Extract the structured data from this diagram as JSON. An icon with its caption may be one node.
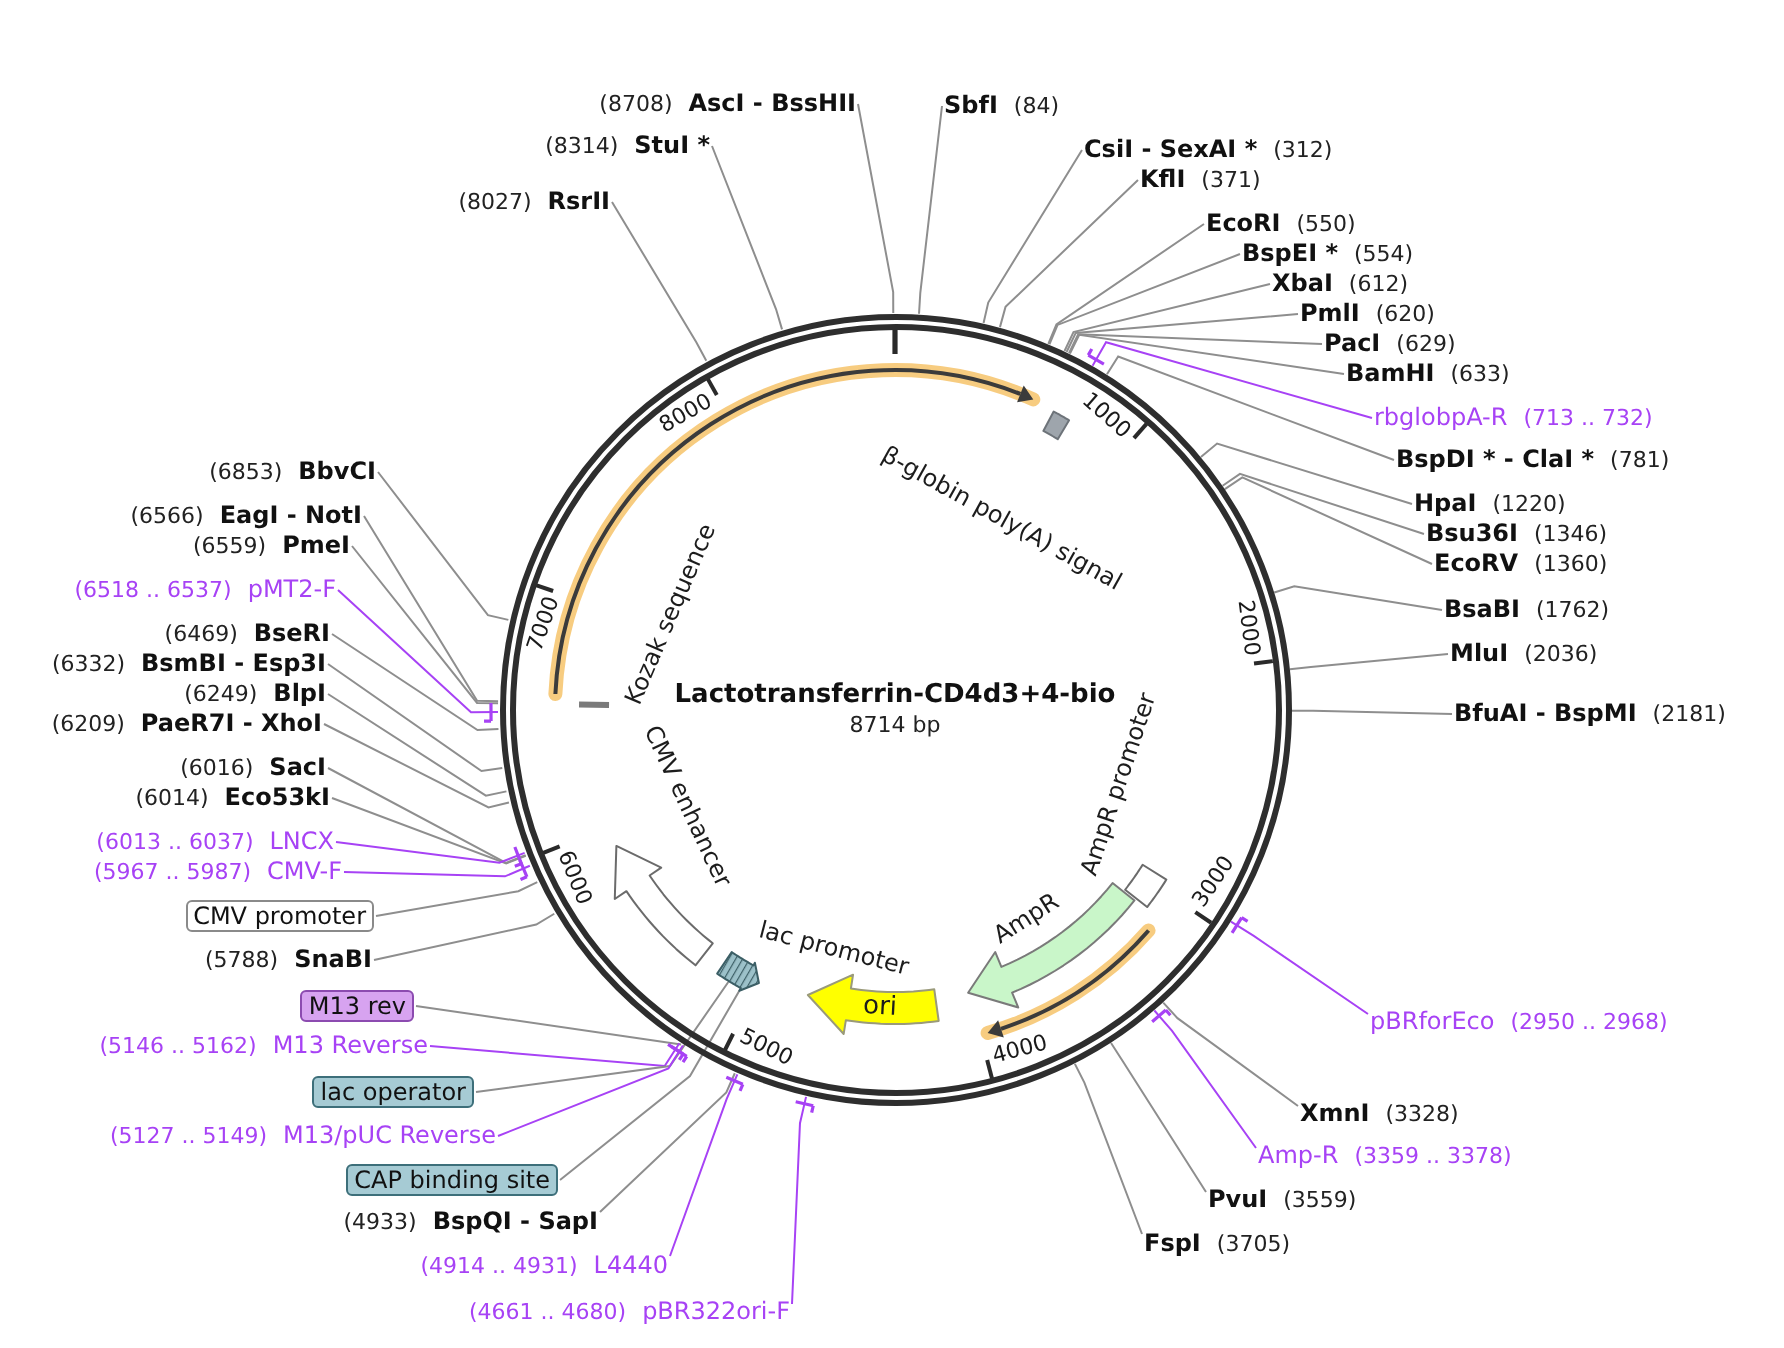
{
  "diagram": {
    "nodes": [
      {
        "text": [
          "Lactotransferrin-CD4d3+4-bio",
          "8714 bp"
        ]
      },
      {
        "text": [
          "β-globin poly(A) signal"
        ],
        "in": 0
      },
      {
        "text": [
          "Kozak sequence"
        ],
        "in": 0
      },
      {
        "text": [
          "AmpR promoter"
        ],
        "in": 0
      },
      {
        "text": [
          "CMV enhancer"
        ],
        "in": 0
      },
      {
        "text": [
          "AmpR"
        ],
        "in": 0
      },
      {
        "text": [
          "lac promoter"
        ],
        "in": 0
      },
      {
        "text": [
          "ori"
        ],
        "in": 0
      },
      {
        "text": [
          "(8708)",
          "AscI - BssHII"
        ]
      },
      {
        "text": [
          "SbfI",
          "(84)"
        ]
      },
      {
        "text": [
          "(8314)",
          "StuI *"
        ]
      },
      {
        "text": [
          "CsiI - SexAI *",
          "(312)"
        ]
      },
      {
        "text": [
          "KflI",
          "(371)"
        ]
      },
      {
        "text": [
          "(8027)",
          "RsrII"
        ]
      },
      {
        "text": [
          "EcoRI",
          "(550)"
        ]
      },
      {
        "text": [
          "BspEI *",
          "(554)"
        ]
      },
      {
        "text": [
          "XbaI",
          "(612)"
        ]
      },
      {
        "text": [
          "PmlI",
          "(620)"
        ]
      },
      {
        "text": [
          "PacI",
          "(629)"
        ]
      },
      {
        "text": [
          "BamHI",
          "(633)"
        ]
      },
      {
        "text": [
          "rbglobpA-R",
          "(713 .. 732)"
        ]
      },
      {
        "text": [
          "BspDI * - ClaI *",
          "(781)"
        ]
      },
      {
        "text": [
          "(6853)",
          "BbvCI"
        ]
      },
      {
        "text": [
          "HpaI",
          "(1220)"
        ]
      },
      {
        "text": [
          "(6566)",
          "EagI - NotI"
        ]
      },
      {
        "text": [
          "Bsu36I",
          "(1346)"
        ]
      },
      {
        "text": [
          "(6559)",
          "PmeI"
        ]
      },
      {
        "text": [
          "EcoRV",
          "(1360)"
        ]
      },
      {
        "text": [
          "(6518 .. 6537)",
          "pMT2-F"
        ]
      },
      {
        "text": [
          "BsaBI",
          "(1762)"
        ]
      },
      {
        "text": [
          "(6469)",
          "BseRI"
        ]
      },
      {
        "text": [
          "MluI",
          "(2036)"
        ]
      },
      {
        "text": [
          "(6332)",
          "BsmBI - Esp3I"
        ]
      },
      {
        "text": [
          "(6249)",
          "BlpI"
        ]
      },
      {
        "text": [
          "BfuAI - BspMI",
          "(2181)"
        ]
      },
      {
        "text": [
          "(6209)",
          "PaeR7I - XhoI"
        ]
      },
      {
        "text": [
          "(6016)",
          "SacI"
        ]
      },
      {
        "text": [
          "(6014)",
          "Eco53kI"
        ]
      },
      {
        "text": [
          "(6013 .. 6037)",
          "LNCX"
        ]
      },
      {
        "text": [
          "(5967 .. 5987)",
          "CMV-F"
        ]
      },
      {
        "text": [
          "CMV promoter"
        ]
      },
      {
        "text": [
          "(5788)",
          "SnaBI"
        ]
      },
      {
        "text": [
          "M13 rev"
        ]
      },
      {
        "text": [
          "pBRforEco",
          "(2950 .. 2968)"
        ]
      },
      {
        "text": [
          "(5146 .. 5162)",
          "M13 Reverse"
        ]
      },
      {
        "text": [
          "lac operator"
        ]
      },
      {
        "text": [
          "XmnI",
          "(3328)"
        ]
      },
      {
        "text": [
          "(5127 .. 5149)",
          "M13/pUC Reverse"
        ]
      },
      {
        "text": [
          "Amp-R",
          "(3359 .. 3378)"
        ]
      },
      {
        "text": [
          "CAP binding site"
        ]
      },
      {
        "text": [
          "PvuI",
          "(3559)"
        ]
      },
      {
        "text": [
          "(4933)",
          "BspQI - SapI"
        ]
      },
      {
        "text": [
          "FspI",
          "(3705)"
        ]
      },
      {
        "text": [
          "(4914 .. 4931)",
          "L4440"
        ]
      },
      {
        "text": [
          "(4661 .. 4680)",
          "pBR322ori-F"
        ]
      }
    ],
    "edges": [
      {
        "from": 8,
        "to": 0,
        "arrow": "none"
      },
      {
        "from": 9,
        "to": 0,
        "arrow": "none"
      },
      {
        "from": 10,
        "to": 0,
        "arrow": "none"
      },
      {
        "from": 11,
        "to": 0,
        "arrow": "none"
      },
      {
        "from": 12,
        "to": 0,
        "arrow": "none"
      },
      {
        "from": 13,
        "to": 0,
        "arrow": "none"
      },
      {
        "from": 14,
        "to": 0,
        "arrow": "none"
      },
      {
        "from": 15,
        "to": 0,
        "arrow": "none"
      },
      {
        "from": 16,
        "to": 0,
        "arrow": "none"
      },
      {
        "from": 17,
        "to": 0,
        "arrow": "none"
      },
      {
        "from": 18,
        "to": 0,
        "arrow": "none"
      },
      {
        "from": 19,
        "to": 0,
        "arrow": "none"
      },
      {
        "from": 20,
        "to": 0,
        "arrow": "other",
        "color": "#a742f5"
      },
      {
        "from": 21,
        "to": 0,
        "arrow": "none"
      },
      {
        "from": 22,
        "to": 0,
        "arrow": "none"
      },
      {
        "from": 23,
        "to": 0,
        "arrow": "none"
      },
      {
        "from": 24,
        "to": 0,
        "arrow": "none"
      },
      {
        "from": 25,
        "to": 0,
        "arrow": "none"
      },
      {
        "from": 26,
        "to": 0,
        "arrow": "none"
      },
      {
        "from": 27,
        "to": 0,
        "arrow": "none"
      },
      {
        "from": 28,
        "to": 0,
        "arrow": "other",
        "color": "#a742f5"
      },
      {
        "from": 29,
        "to": 0,
        "arrow": "none"
      },
      {
        "from": 30,
        "to": 0,
        "arrow": "none"
      },
      {
        "from": 31,
        "to": 0,
        "arrow": "none"
      },
      {
        "from": 32,
        "to": 0,
        "arrow": "none"
      },
      {
        "from": 33,
        "to": 0,
        "arrow": "none"
      },
      {
        "from": 34,
        "to": 0,
        "arrow": "none"
      },
      {
        "from": 35,
        "to": 0,
        "arrow": "none"
      },
      {
        "from": 36,
        "to": 0,
        "arrow": "none"
      },
      {
        "from": 37,
        "to": 0,
        "arrow": "none"
      },
      {
        "from": 38,
        "to": 0,
        "arrow": "other",
        "color": "#a742f5"
      },
      {
        "from": 39,
        "to": 0,
        "arrow": "other",
        "color": "#a742f5"
      },
      {
        "from": 40,
        "to": 0,
        "arrow": "none"
      },
      {
        "from": 41,
        "to": 0,
        "arrow": "none"
      },
      {
        "from": 42,
        "to": 0,
        "arrow": "none"
      },
      {
        "from": 43,
        "to": 0,
        "arrow": "other",
        "color": "#a742f5"
      },
      {
        "from": 44,
        "to": 0,
        "arrow": "other",
        "color": "#a742f5"
      },
      {
        "from": 45,
        "to": 6,
        "arrow": "none"
      },
      {
        "from": 46,
        "to": 0,
        "arrow": "none"
      },
      {
        "from": 47,
        "to": 0,
        "arrow": "other",
        "color": "#a742f5"
      },
      {
        "from": 48,
        "to": 0,
        "arrow": "other",
        "color": "#a742f5"
      },
      {
        "from": 49,
        "to": 6,
        "arrow": "none"
      },
      {
        "from": 50,
        "to": 0,
        "arrow": "none"
      },
      {
        "from": 51,
        "to": 0,
        "arrow": "none"
      },
      {
        "from": 52,
        "to": 0,
        "arrow": "none"
      },
      {
        "from": 53,
        "to": 0,
        "arrow": "other",
        "color": "#a742f5"
      },
      {
        "from": 54,
        "to": 0,
        "arrow": "other",
        "color": "#a742f5"
      }
    ],
    "labels": [
      "8000",
      "1000",
      "7000",
      "2000",
      "6000",
      "3000",
      "5000",
      "4000"
    ]
  }
}
